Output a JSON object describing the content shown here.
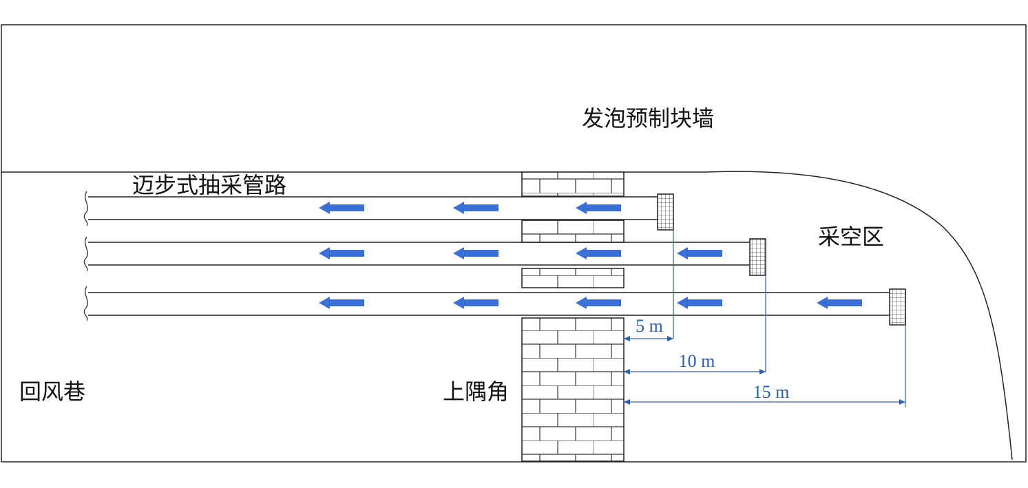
{
  "labels": {
    "foam_wall": "发泡预制块墙",
    "pipeline": "迈步式抽采管路",
    "goaf": "采空区",
    "return_airway": "回风巷",
    "upper_corner": "上隅角"
  },
  "dimensions": {
    "d5": "5 m",
    "d10": "10 m",
    "d15": "15 m"
  },
  "colors": {
    "arrow": "#3a6fd6",
    "dimension": "#2d5fb0",
    "line": "#222222"
  },
  "pipes": [
    {
      "extension_m": 5,
      "arrow_count": 3
    },
    {
      "extension_m": 10,
      "arrow_count": 4
    },
    {
      "extension_m": 15,
      "arrow_count": 5
    }
  ]
}
